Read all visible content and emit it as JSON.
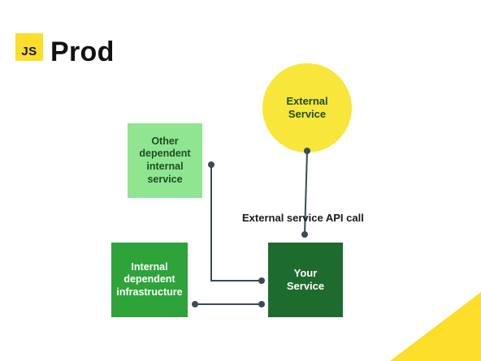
{
  "badge": {
    "label": "JS"
  },
  "title": "Prod",
  "colors": {
    "badge_bg": "#fcde2b",
    "corner_accent": "#fcde2b",
    "external_fill": "#f8e63a",
    "other_internal_fill": "#8fe590",
    "internal_infra_fill": "#2ea33a",
    "your_service_fill": "#1e6b2e",
    "line": "#3c4a55",
    "node_text_dark": "#1f4d23",
    "node_text_light": "#ffffff"
  },
  "nodes": {
    "external_service": {
      "label_line1": "External",
      "label_line2": "Service"
    },
    "other_internal": {
      "label_line1": "Other",
      "label_line2": "dependent",
      "label_line3": "internal",
      "label_line4": "service"
    },
    "internal_infra": {
      "label_line1": "Internal",
      "label_line2": "dependent",
      "label_line3": "infrastructure"
    },
    "your_service": {
      "label_line1": "Your",
      "label_line2": "Service"
    }
  },
  "edges": {
    "api_call_label": "External service API call"
  }
}
